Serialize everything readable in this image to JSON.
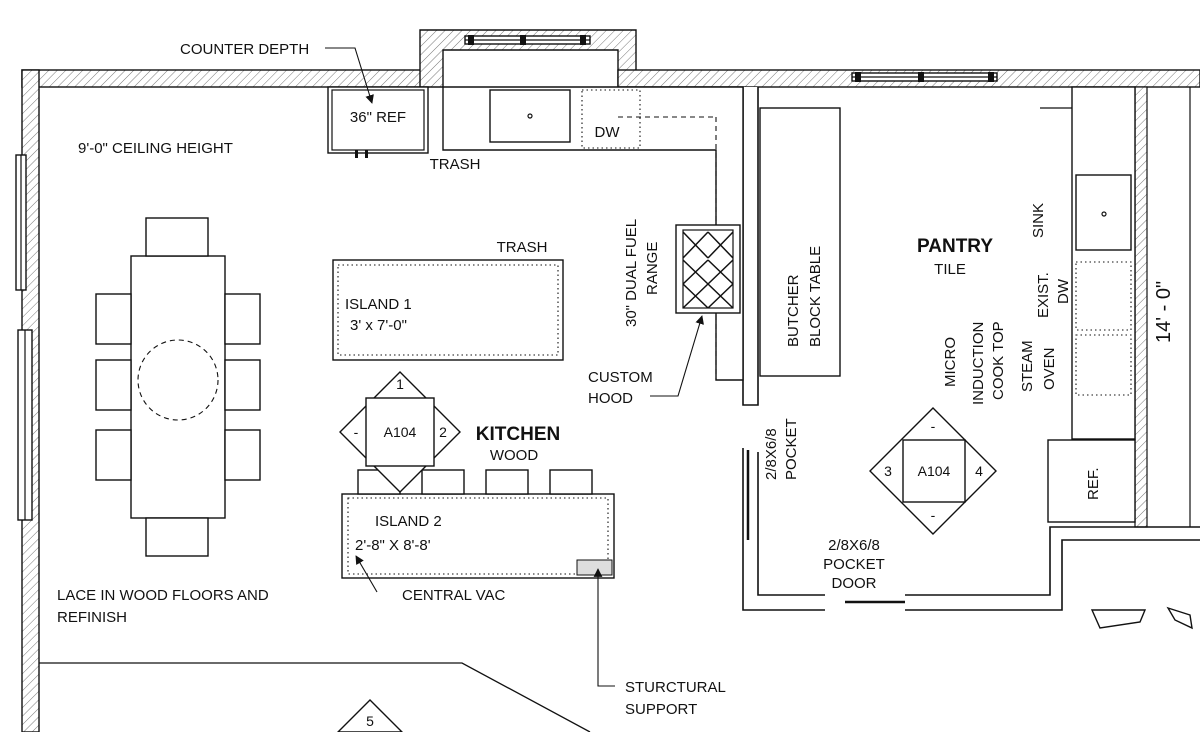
{
  "annotations": {
    "counter_depth": "COUNTER DEPTH",
    "ref_36": "36\" REF",
    "trash_top": "TRASH",
    "dw": "DW",
    "ceiling": "9'-0\" CEILING HEIGHT",
    "trash_island": "TRASH",
    "island1_name": "ISLAND 1",
    "island1_size": "3' x 7'-0\"",
    "range_line1": "30\" DUAL FUEL",
    "range_line2": "RANGE",
    "custom_hood_1": "CUSTOM",
    "custom_hood_2": "HOOD",
    "butcher_1": "BUTCHER",
    "butcher_2": "BLOCK TABLE",
    "pantry": "PANTRY",
    "tile": "TILE",
    "sink": "SINK",
    "exist_1": "EXIST.",
    "exist_2": "DW",
    "micro": "MICRO",
    "induction_1": "INDUCTION",
    "induction_2": "COOK TOP",
    "steam_1": "STEAM",
    "steam_2": "OVEN",
    "dim_14": "14' - 0\"",
    "kitchen": "KITCHEN",
    "wood": "WOOD",
    "pocket_1": "2/8X6/8",
    "pocket_2": "POCKET",
    "pocket_door_1": "2/8X6/8",
    "pocket_door_2": "POCKET",
    "pocket_door_3": "DOOR",
    "ref": "REF.",
    "island2_name": "ISLAND 2",
    "island2_size": "2'-8\" X 8'-8'",
    "central_vac": "CENTRAL VAC",
    "lace_1": "LACE IN WOOD FLOORS AND",
    "lace_2": "REFINISH",
    "support_1": "STURCTURAL",
    "support_2": "SUPPORT"
  },
  "markers": {
    "kitchen_tag": {
      "id": "A104",
      "top": "1",
      "right": "2",
      "left": "-"
    },
    "pantry_tag": {
      "id": "A104",
      "top": "-",
      "left": "3",
      "right": "4",
      "bottom": "-"
    },
    "bottom_tag": "5"
  }
}
